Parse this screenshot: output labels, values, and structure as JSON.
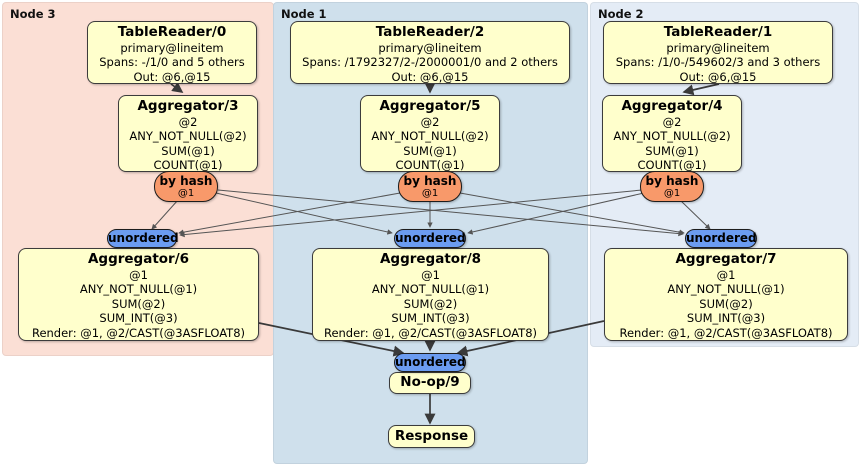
{
  "regions": {
    "node3": {
      "label": "Node 3"
    },
    "node1": {
      "label": "Node 1"
    },
    "node2": {
      "label": "Node 2"
    }
  },
  "p": {
    "tr0": {
      "title": "TableReader/0",
      "lines": [
        "primary@lineitem",
        "Spans: -/1/0 and 5 others",
        "Out: @6,@15"
      ]
    },
    "tr2": {
      "title": "TableReader/2",
      "lines": [
        "primary@lineitem",
        "Spans: /1792327/2-/2000001/0 and 2 others",
        "Out: @6,@15"
      ]
    },
    "tr1": {
      "title": "TableReader/1",
      "lines": [
        "primary@lineitem",
        "Spans: /1/0-/549602/3 and 3 others",
        "Out: @6,@15"
      ]
    },
    "agg3": {
      "title": "Aggregator/3",
      "lines": [
        "@2",
        "ANY_NOT_NULL(@2)",
        "SUM(@1)",
        "COUNT(@1)"
      ]
    },
    "agg5": {
      "title": "Aggregator/5",
      "lines": [
        "@2",
        "ANY_NOT_NULL(@2)",
        "SUM(@1)",
        "COUNT(@1)"
      ]
    },
    "agg4": {
      "title": "Aggregator/4",
      "lines": [
        "@2",
        "ANY_NOT_NULL(@2)",
        "SUM(@1)",
        "COUNT(@1)"
      ]
    },
    "agg6": {
      "title": "Aggregator/6",
      "lines": [
        "@1",
        "ANY_NOT_NULL(@1)",
        "SUM(@2)",
        "SUM_INT(@3)",
        "Render: @1, @2/CAST(@3ASFLOAT8)"
      ]
    },
    "agg8": {
      "title": "Aggregator/8",
      "lines": [
        "@1",
        "ANY_NOT_NULL(@1)",
        "SUM(@2)",
        "SUM_INT(@3)",
        "Render: @1, @2/CAST(@3ASFLOAT8)"
      ]
    },
    "agg7": {
      "title": "Aggregator/7",
      "lines": [
        "@1",
        "ANY_NOT_NULL(@1)",
        "SUM(@2)",
        "SUM_INT(@3)",
        "Render: @1, @2/CAST(@3ASFLOAT8)"
      ]
    },
    "noop": {
      "title": "No-op/9"
    },
    "response": {
      "title": "Response"
    }
  },
  "router": {
    "label": "by hash",
    "detail": "@1"
  },
  "sync": {
    "label": "unordered"
  },
  "colors": {
    "node3_bg": "#fbdfd5",
    "node1_bg": "#cfe0ec",
    "node2_bg": "#e4ecf6",
    "processor_box_bg": "#ffffcc",
    "hash_router_bg": "#f8996a",
    "sync_bg": "#6b9cf1",
    "edge": "#3a3a3a"
  }
}
